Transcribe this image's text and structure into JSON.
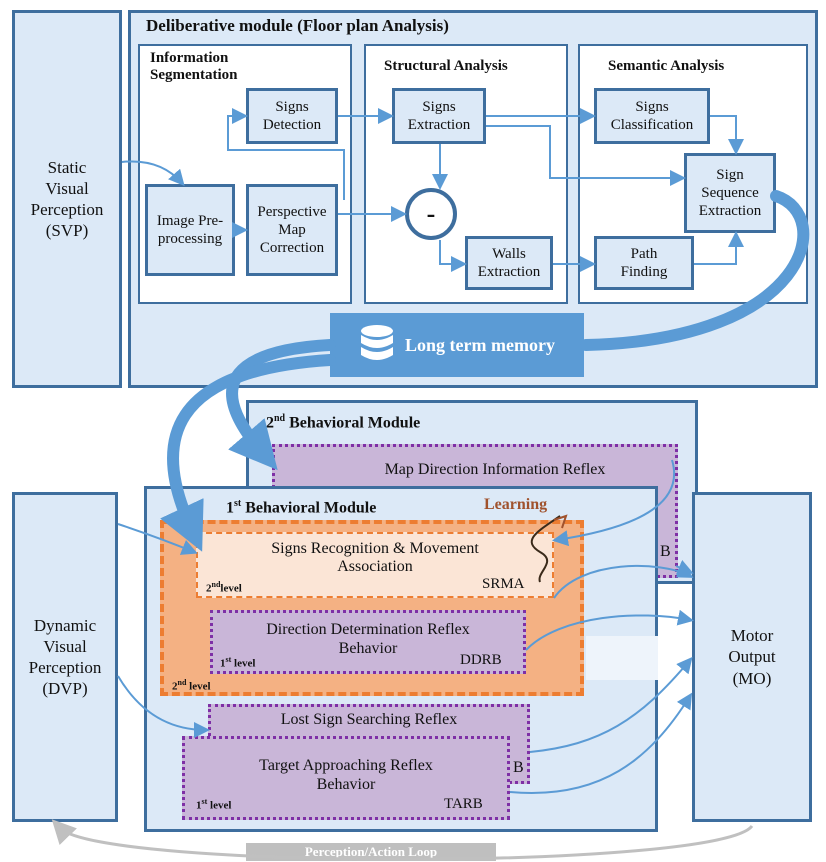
{
  "svp": {
    "line1": "Static",
    "line2": "Visual",
    "line3": "Perception",
    "line4": "(SVP)"
  },
  "deliberative": {
    "title": "Deliberative module (Floor plan Analysis)",
    "info_seg": {
      "title_line1": "Information",
      "title_line2": "Segmentation"
    },
    "structural": {
      "title": "Structural Analysis"
    },
    "semantic": {
      "title": "Semantic Analysis"
    },
    "nodes": {
      "signs_detection": {
        "line1": "Signs",
        "line2": "Detection"
      },
      "image_pre": {
        "line1": "Image Pre-",
        "line2": "processing"
      },
      "perspective": {
        "line1": "Perspective",
        "line2": "Map",
        "line3": "Correction"
      },
      "signs_extraction": {
        "line1": "Signs",
        "line2": "Extraction"
      },
      "minus": "-",
      "walls_extraction": {
        "line1": "Walls",
        "line2": "Extraction"
      },
      "signs_classification": {
        "line1": "Signs",
        "line2": "Classification"
      },
      "sign_sequence": {
        "line1": "Sign",
        "line2": "Sequence",
        "line3": "Extraction"
      },
      "path_finding": {
        "line1": "Path",
        "line2": "Finding"
      }
    }
  },
  "memory": {
    "label": "Long term memory"
  },
  "behavioral2": {
    "title_prefix": "2",
    "title_sup": "nd",
    "title_rest": " Behavioral Module"
  },
  "map_direction": {
    "label": "Map Direction Information Reflex",
    "b": "B"
  },
  "behavioral1": {
    "title_prefix": "1",
    "title_sup": "st",
    "title_rest": " Behavioral Module"
  },
  "learning": "Learning",
  "srma": {
    "line1": "Signs Recognition & Movement",
    "line2": "Association",
    "abbr": "SRMA",
    "level_num": "2",
    "level_sup": "nd",
    "level_word": "level"
  },
  "ddrb": {
    "line1": "Direction Determination  Reflex",
    "line2": "Behavior",
    "abbr": "DDRB",
    "level_num": "1",
    "level_sup": "st",
    "level_word": " level"
  },
  "orange_level": {
    "num": "2",
    "sup": "nd",
    "word": " level"
  },
  "lost_sign": {
    "label": "Lost Sign Searching Reflex",
    "b": "B"
  },
  "tarb": {
    "line1": "Target Approaching Reflex",
    "line2": "Behavior",
    "abbr": "TARB",
    "level_num": "1",
    "level_sup": "st",
    "level_word": " level"
  },
  "dvp": {
    "line1": "Dynamic",
    "line2": "Visual",
    "line3": "Perception",
    "line4": "(DVP)"
  },
  "motor": {
    "line1": "Motor",
    "line2": "Output",
    "line3": "(MO)"
  },
  "loop": {
    "label": "Perception/Action Loop"
  },
  "colors": {
    "blue_border": "#3e6e9e",
    "blue_fill": "#dce9f7",
    "orange": "#f4b183",
    "purple": "#7e2fa6",
    "arrow": "#5b9bd5",
    "learning": "#a0522d",
    "grey": "#c0c0c0"
  }
}
